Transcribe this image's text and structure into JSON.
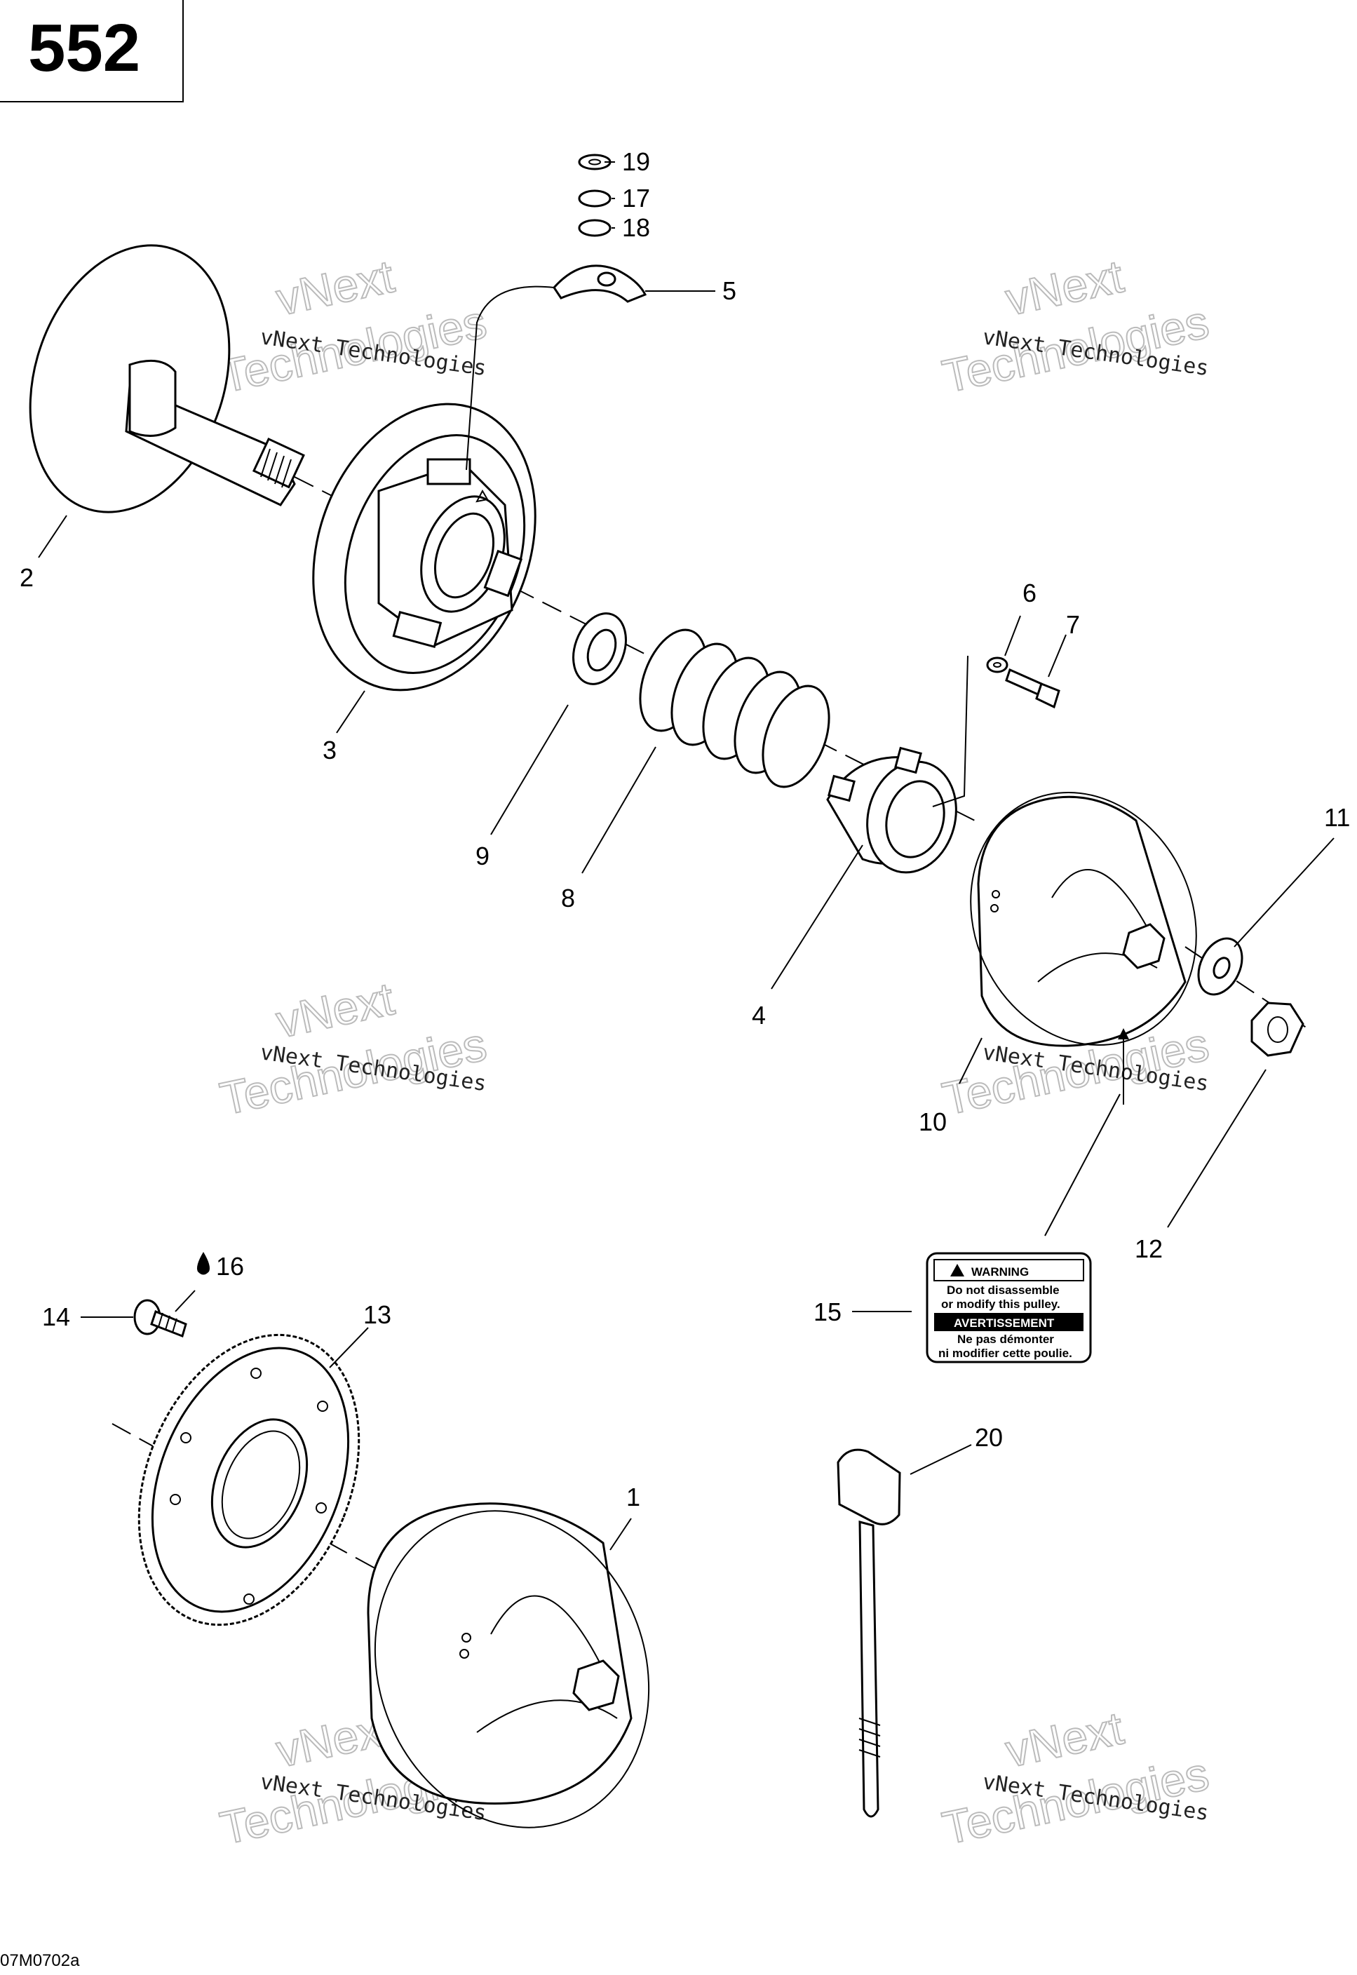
{
  "page": {
    "number": "552",
    "ref_code": "07M0702a"
  },
  "watermark": {
    "line1": "vNext Technologies",
    "line2": "vNext",
    "line3": "Technologies"
  },
  "warning_label": {
    "heading1": "WARNING",
    "text1a": "Do not disassemble",
    "text1b": "or modify this pulley.",
    "heading2": "AVERTISSEMENT",
    "text2a": "Ne pas démonter",
    "text2b": "ni modifier cette poulie."
  },
  "callouts": {
    "c1": "1",
    "c2": "2",
    "c3": "3",
    "c4": "4",
    "c5": "5",
    "c6": "6",
    "c7": "7",
    "c8": "8",
    "c9": "9",
    "c10": "10",
    "c11": "11",
    "c12": "12",
    "c13": "13",
    "c14": "14",
    "c15": "15",
    "c16": "16",
    "c17": "17",
    "c18": "18",
    "c19": "19",
    "c20": "20"
  },
  "icons": {
    "c16_symbol": "drop-icon"
  }
}
